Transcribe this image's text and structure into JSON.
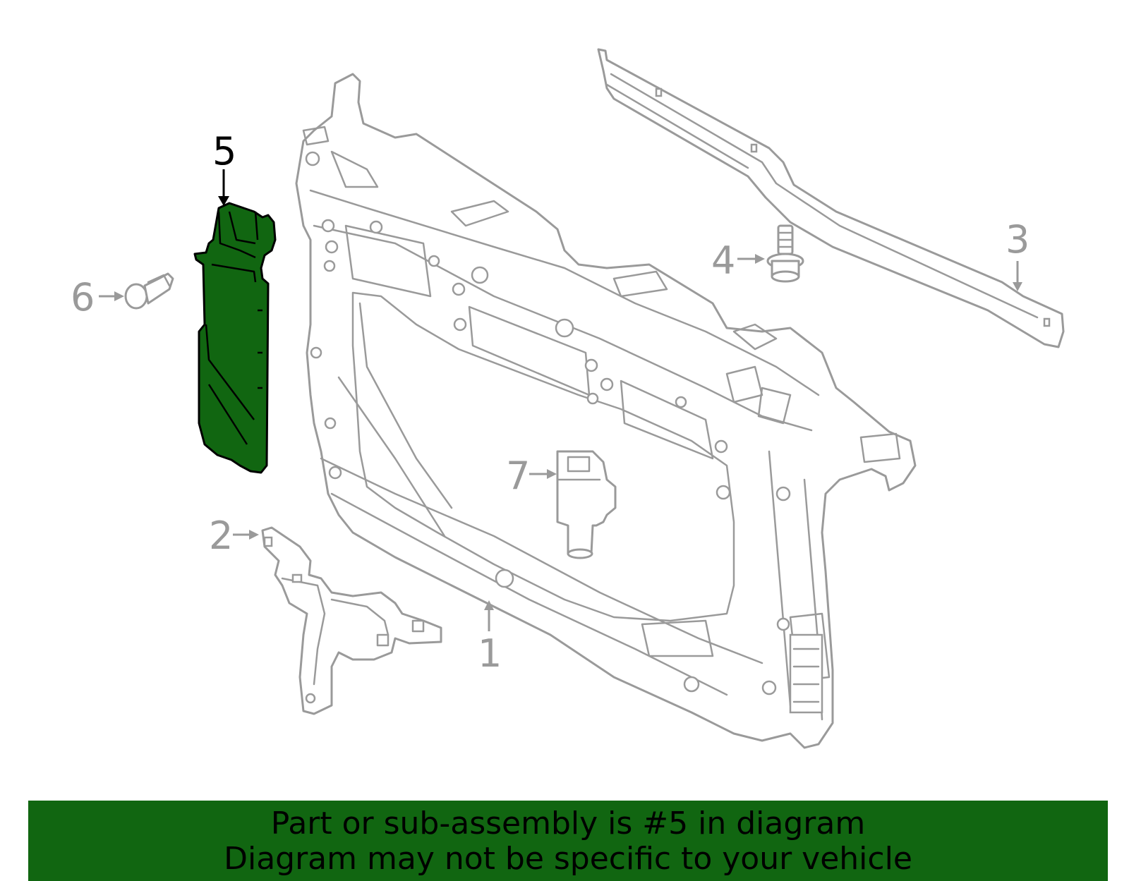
{
  "diagram": {
    "callouts": [
      {
        "id": "1",
        "label": "1"
      },
      {
        "id": "2",
        "label": "2"
      },
      {
        "id": "3",
        "label": "3"
      },
      {
        "id": "4",
        "label": "4"
      },
      {
        "id": "5",
        "label": "5"
      },
      {
        "id": "6",
        "label": "6"
      },
      {
        "id": "7",
        "label": "7"
      }
    ],
    "highlighted_part": "5",
    "colors": {
      "highlight": "#116611",
      "line": "#9a9a9a",
      "active_label": "#000000"
    }
  },
  "banner": {
    "line1": "Part or sub-assembly is #5 in diagram",
    "line2": "Diagram may not be specific to your vehicle"
  }
}
